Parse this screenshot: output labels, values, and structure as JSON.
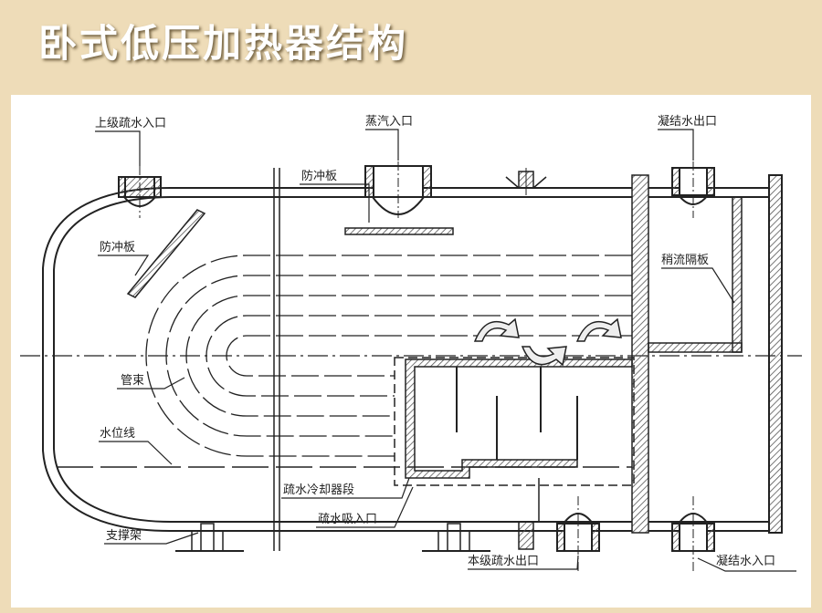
{
  "title": "卧式低压加热器结构",
  "labels": {
    "upper_drain_inlet": "上级疏水入口",
    "steam_inlet": "蒸汽入口",
    "condensate_outlet": "凝结水出口",
    "impingement_plate_top": "防冲板",
    "impingement_plate_left": "防冲板",
    "flow_baffle": "稍流隔板",
    "tube_bundle": "管束",
    "water_level_line": "水位线",
    "drain_cooler_section": "疏水冷却器段",
    "drain_suction_inlet": "疏水吸入口",
    "support": "支撑架",
    "lower_drain_outlet": "本级疏水出口",
    "condensate_inlet": "凝结水入口"
  },
  "colors": {
    "background": "#eedcb8",
    "canvas": "#ffffff",
    "line": "#222222",
    "hatch": "#555555"
  }
}
